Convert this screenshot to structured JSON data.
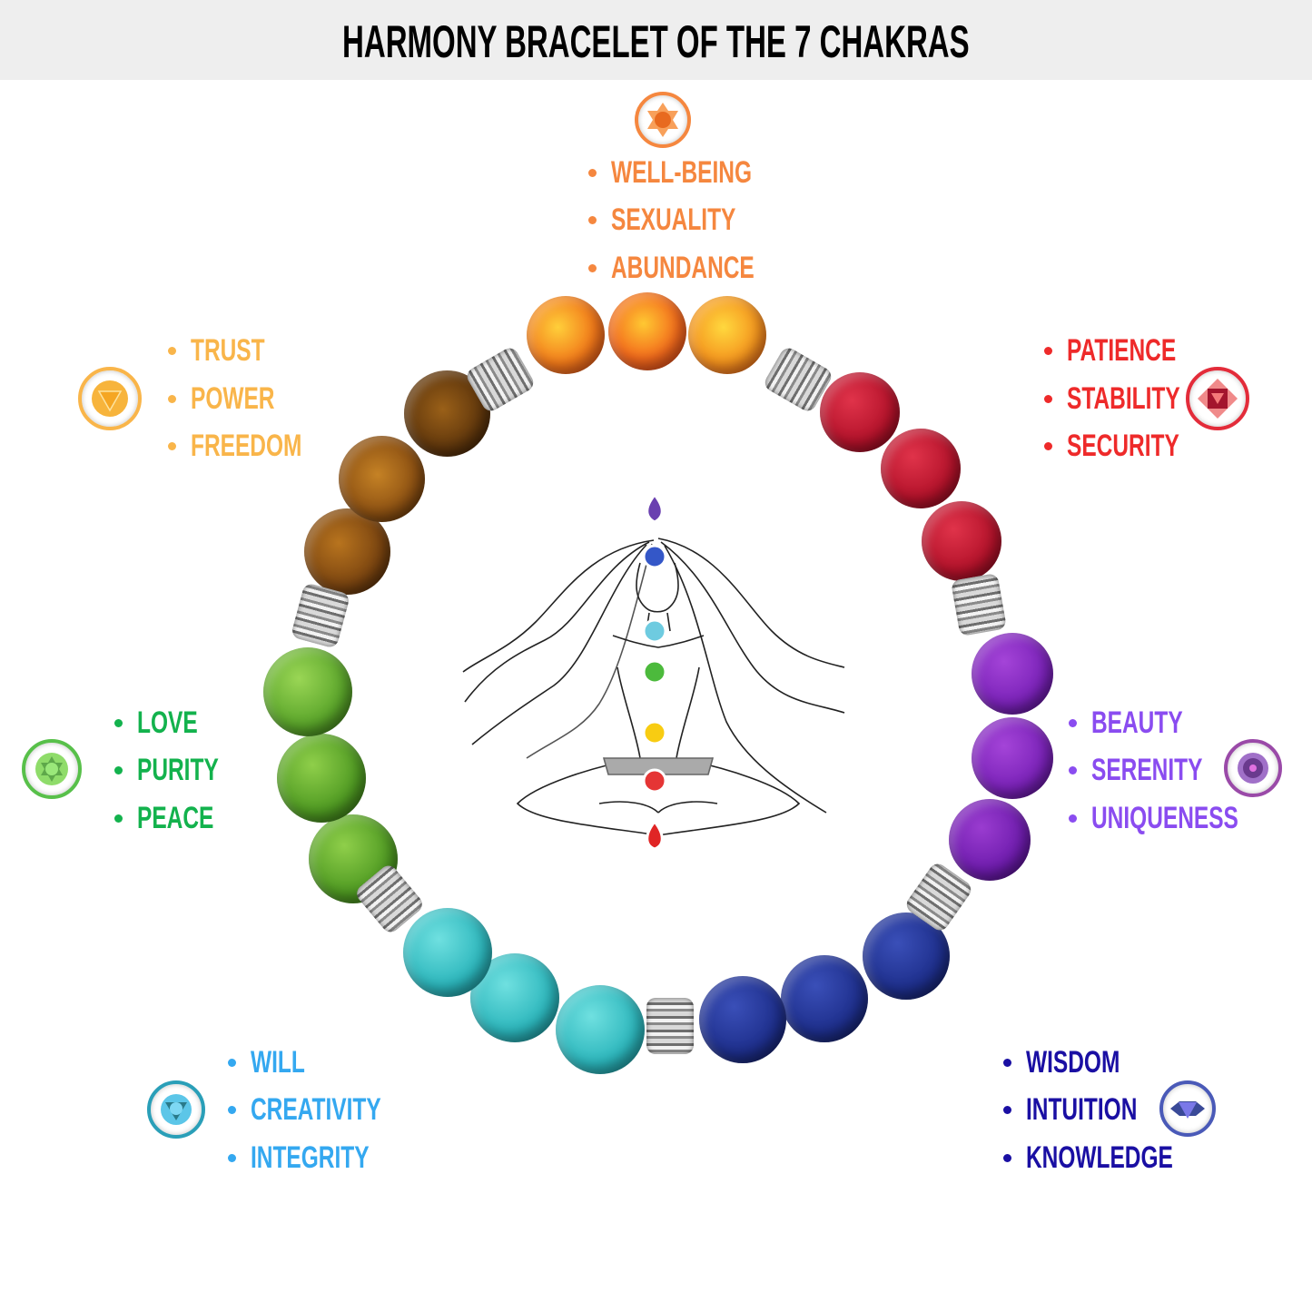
{
  "title": "HARMONY BRACELET OF THE 7 CHAKRAS",
  "chakras": [
    {
      "id": "sacral",
      "color": "#f5873f",
      "icon": "sacral-chakra-icon",
      "words": [
        "WELL-BEING",
        "SEXUALITY",
        "ABUNDANCE"
      ]
    },
    {
      "id": "solar-plexus",
      "color": "#f9b54a",
      "icon": "solar-plexus-chakra-icon",
      "words": [
        "TRUST",
        "POWER",
        "FREEDOM"
      ]
    },
    {
      "id": "root",
      "color": "#ee2a2a",
      "icon": "root-chakra-icon",
      "words": [
        "PATIENCE",
        "STABILITY",
        "SECURITY"
      ]
    },
    {
      "id": "heart",
      "color": "#13b24d",
      "icon": "heart-chakra-icon",
      "words": [
        "LOVE",
        "PURITY",
        "PEACE"
      ]
    },
    {
      "id": "crown",
      "color": "#8a4cf0",
      "icon": "crown-chakra-icon",
      "words": [
        "BEAUTY",
        "SERENITY",
        "UNIQUENESS"
      ]
    },
    {
      "id": "throat",
      "color": "#34a8f0",
      "icon": "throat-chakra-icon",
      "words": [
        "WILL",
        "CREATIVITY",
        "INTEGRITY"
      ]
    },
    {
      "id": "third-eye",
      "color": "#1a0fa3",
      "icon": "third-eye-chakra-icon",
      "words": [
        "WISDOM",
        "INTUITION",
        "KNOWLEDGE"
      ]
    }
  ],
  "figure_chakra_colors": [
    "#6a3fb0",
    "#3457c8",
    "#6ecbe0",
    "#4cba3c",
    "#f8cc12",
    "#e53535",
    "#e02525"
  ]
}
